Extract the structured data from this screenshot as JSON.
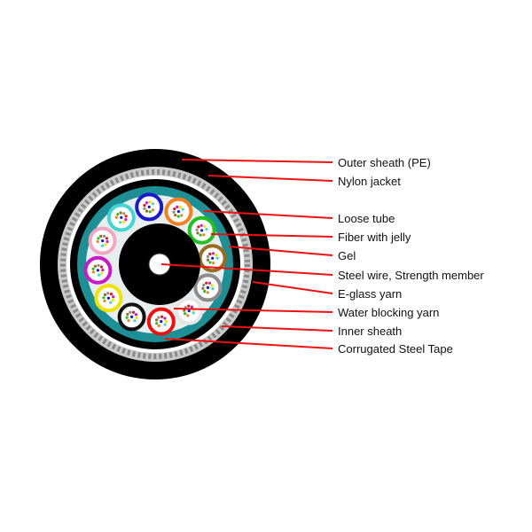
{
  "labels": [
    "Outer sheath (PE)",
    "Nylon jacket",
    "Loose tube",
    "Fiber with jelly",
    "Gel",
    "Steel wire, Strength member",
    "E-glass yarn",
    "Water blocking yarn",
    "Inner sheath",
    "Corrugated Steel Tape"
  ],
  "colors": {
    "outer_sheath": "#000000",
    "nylon_jacket": "#c9c9c9",
    "steel_tape": "#8a8a8a",
    "inner_sheath": "#000000",
    "water_blocking_yarn": "#1d8f95",
    "gel": "#e8eeee",
    "central_member": "#000000",
    "steel_wire": "#ffffff",
    "leader_line": "#ee1111",
    "tube_colors": [
      "blue",
      "orange",
      "green",
      "brown",
      "slate",
      "white",
      "red",
      "black",
      "yellow",
      "violet",
      "rose",
      "aqua"
    ]
  },
  "tube_palette": {
    "blue": "#1a1acc",
    "orange": "#f08020",
    "green": "#22c022",
    "brown": "#9a6a20",
    "slate": "#8c8c8c",
    "white": "#e6e6e6",
    "red": "#ee1111",
    "black": "#111111",
    "yellow": "#f2e200",
    "violet": "#c81ac8",
    "rose": "#f0a8c0",
    "aqua": "#44d4d4"
  }
}
